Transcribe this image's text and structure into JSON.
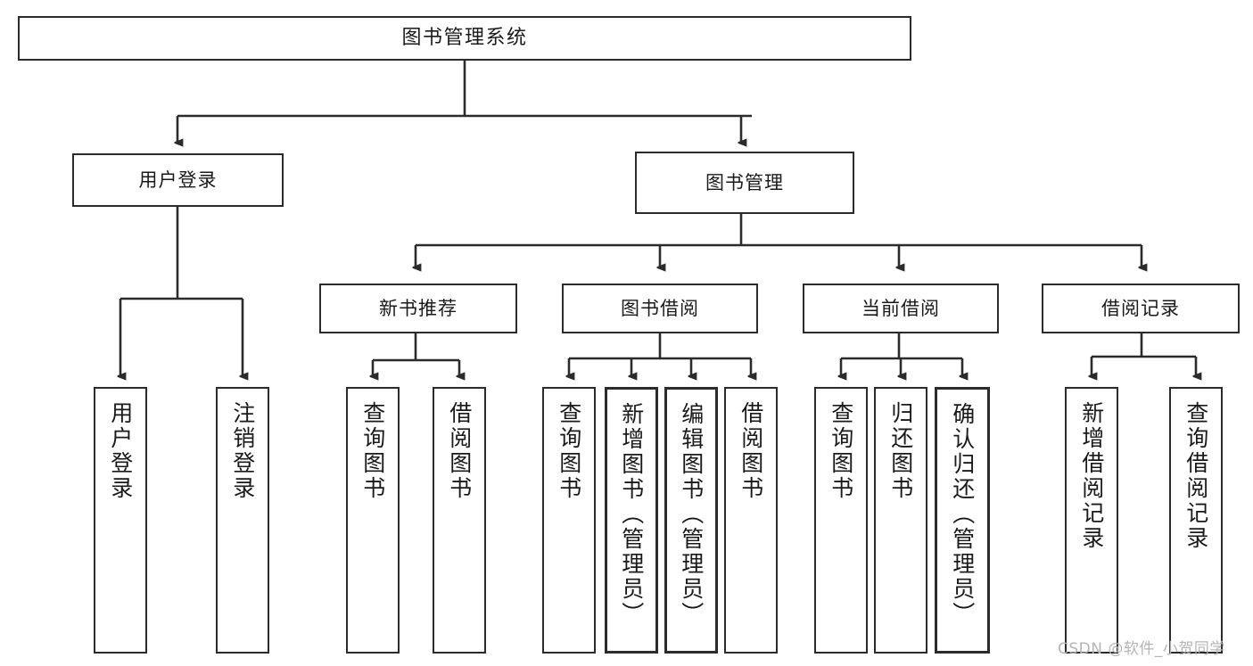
{
  "diagram": {
    "title": "图书管理系统",
    "type": "hierarchy-tree",
    "colors": {
      "background": "#ffffff",
      "node_border": "#2b2b2b",
      "node_fill": "#ffffff",
      "connector": "#2b2b2b",
      "text": "#1a1a1a",
      "watermark": "#b4b4b4"
    },
    "root": {
      "label": "图书管理系统"
    },
    "level2": [
      {
        "label": "用户登录"
      },
      {
        "label": "图书管理"
      }
    ],
    "level3": [
      {
        "label": "新书推荐"
      },
      {
        "label": "图书借阅"
      },
      {
        "label": "当前借阅"
      },
      {
        "label": "借阅记录"
      }
    ],
    "leaves": {
      "user_login": [
        {
          "label": "用户登录"
        },
        {
          "label": "注销登录"
        }
      ],
      "new_book_recommend": [
        {
          "label": "查询图书"
        },
        {
          "label": "借阅图书"
        }
      ],
      "book_borrow": [
        {
          "label": "查询图书"
        },
        {
          "label": "新增图书（管理员）"
        },
        {
          "label": "编辑图书（管理员）"
        },
        {
          "label": "借阅图书"
        }
      ],
      "current_borrow": [
        {
          "label": "查询图书"
        },
        {
          "label": "归还图书"
        },
        {
          "label": "确认归还（管理员）"
        }
      ],
      "borrow_record": [
        {
          "label": "新增借阅记录"
        },
        {
          "label": "查询借阅记录"
        }
      ]
    }
  },
  "watermark": {
    "text": "CSDN @软件_小贺同学"
  }
}
